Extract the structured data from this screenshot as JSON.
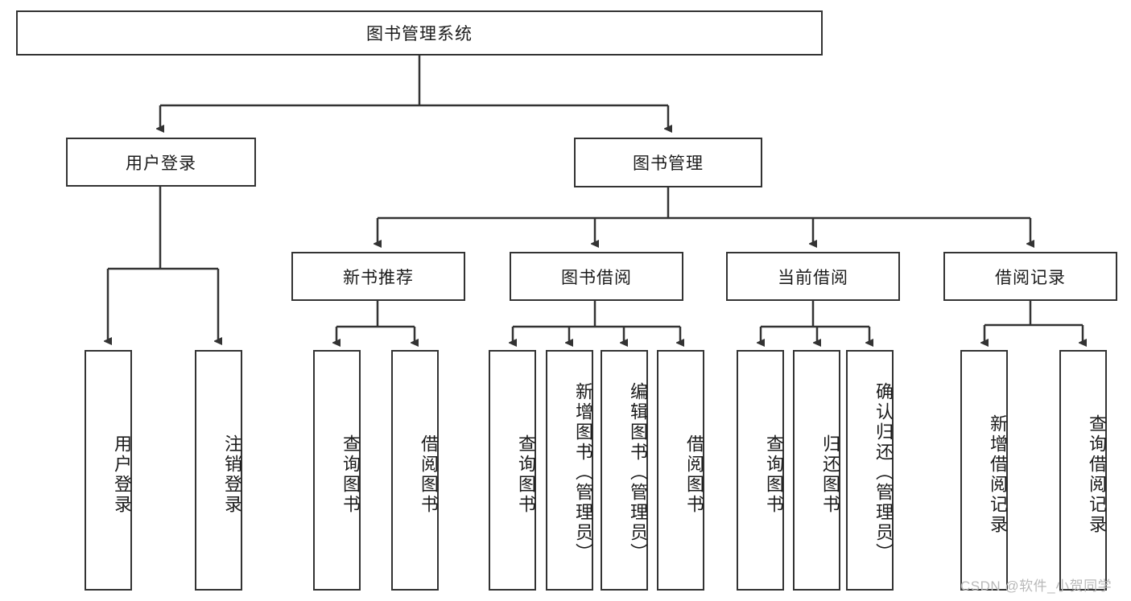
{
  "diagram": {
    "title": "图书管理系统",
    "type": "tree-hierarchy",
    "root": {
      "label": "图书管理系统"
    },
    "level1": [
      {
        "label": "用户登录"
      },
      {
        "label": "图书管理"
      }
    ],
    "level2": [
      {
        "label": "新书推荐"
      },
      {
        "label": "图书借阅"
      },
      {
        "label": "当前借阅"
      },
      {
        "label": "借阅记录"
      }
    ],
    "leaves": {
      "user_login": [
        {
          "label": "用户登录"
        },
        {
          "label": "注销登录"
        }
      ],
      "new_book_recommend": [
        {
          "label": "查询图书"
        },
        {
          "label": "借阅图书"
        }
      ],
      "book_borrow": [
        {
          "label": "查询图书"
        },
        {
          "label": "新增图书（管理员）"
        },
        {
          "label": "编辑图书（管理员）"
        },
        {
          "label": "借阅图书"
        }
      ],
      "current_borrow": [
        {
          "label": "查询图书"
        },
        {
          "label": "归还图书"
        },
        {
          "label": "确认归还（管理员）"
        }
      ],
      "borrow_record": [
        {
          "label": "新增借阅记录"
        },
        {
          "label": "查询借阅记录"
        }
      ]
    }
  },
  "watermark": {
    "text": "CSDN @软件_小贺同学"
  },
  "colors": {
    "stroke": "#333333",
    "fill": "#ffffff",
    "background": "#ffffff",
    "text": "#1b1b1b",
    "watermark": "#b9b9b9"
  }
}
